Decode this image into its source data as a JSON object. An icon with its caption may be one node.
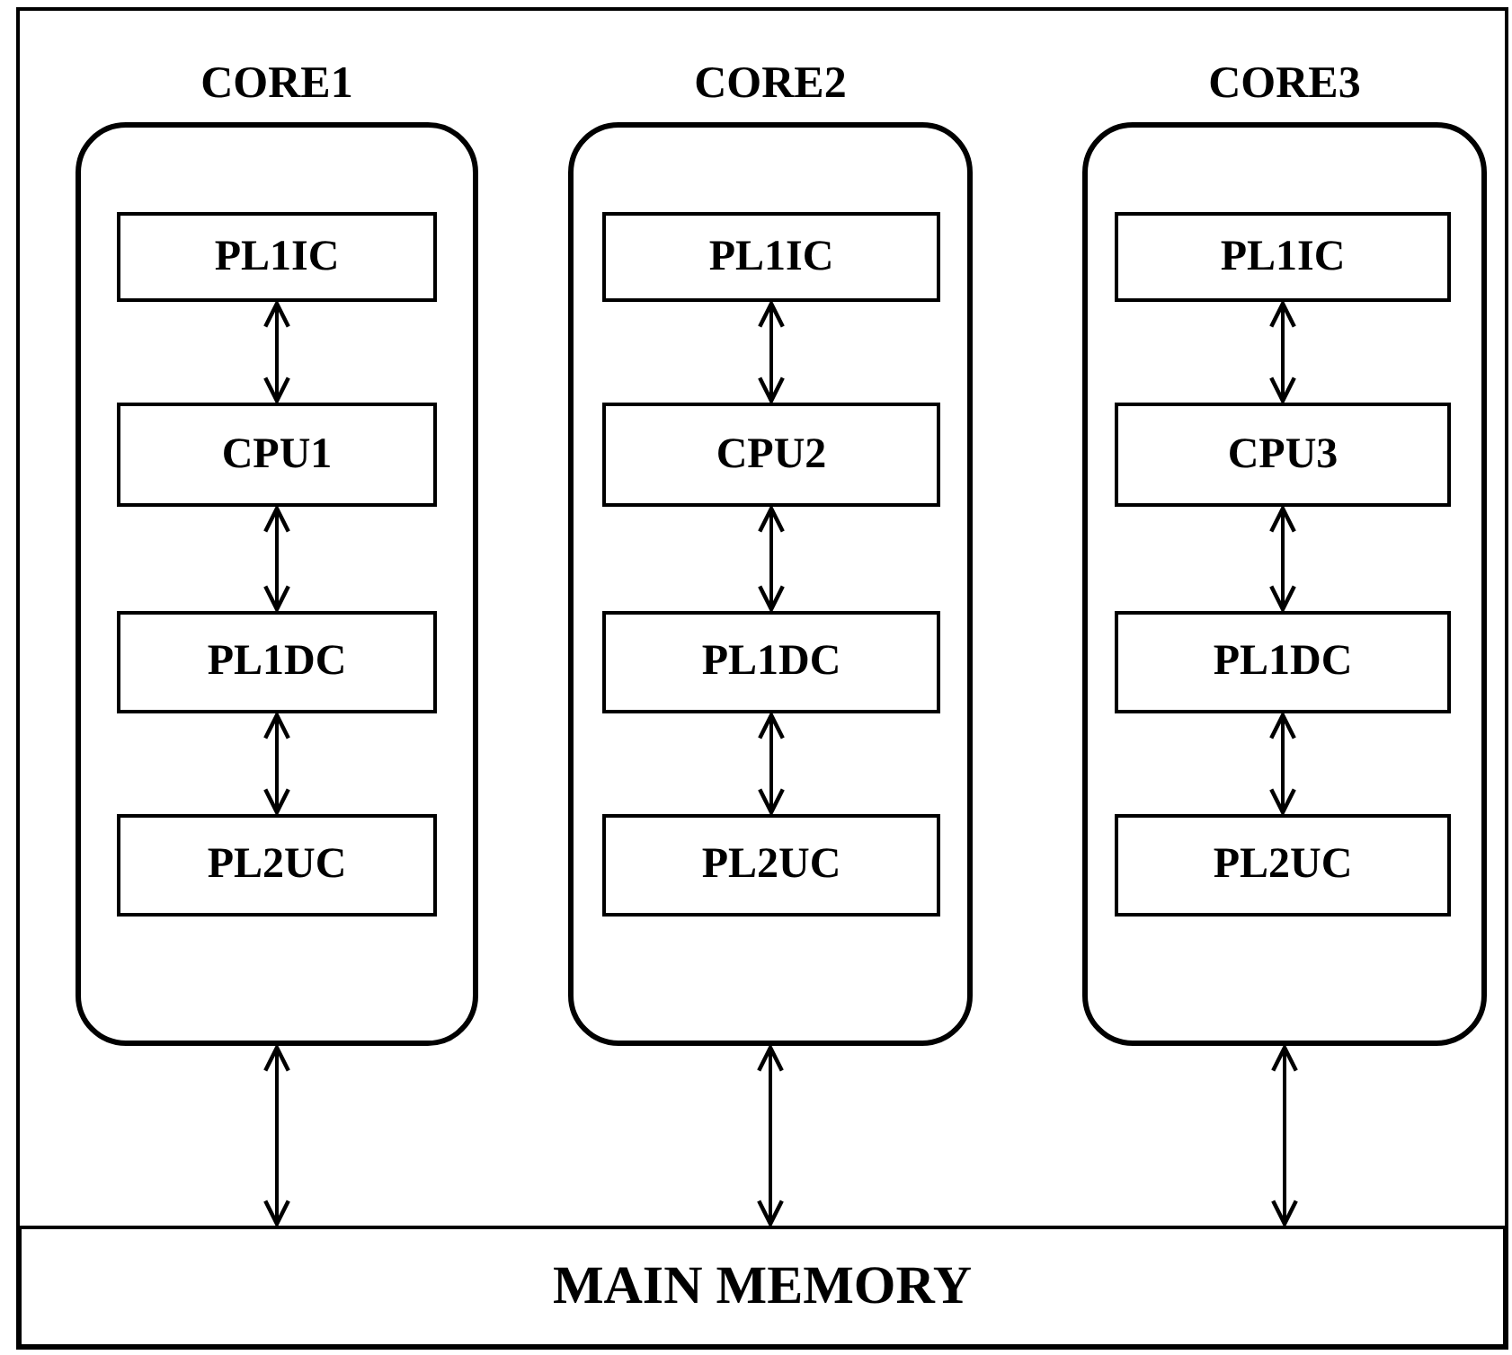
{
  "diagram": {
    "nodes": [
      {
        "text": [
          "CORE1"
        ]
      },
      {
        "text": [
          "PL1IC"
        ],
        "in": 0
      },
      {
        "text": [
          "CPU1"
        ],
        "in": 0
      },
      {
        "text": [
          "PL1DC"
        ],
        "in": 0
      },
      {
        "text": [
          "PL2UC"
        ],
        "in": 0
      },
      {
        "text": [
          "CORE2"
        ]
      },
      {
        "text": [
          "PL1IC"
        ],
        "in": 5
      },
      {
        "text": [
          "CPU2"
        ],
        "in": 5
      },
      {
        "text": [
          "PL1DC"
        ],
        "in": 5
      },
      {
        "text": [
          "PL2UC"
        ],
        "in": 5
      },
      {
        "text": [
          "CORE3"
        ]
      },
      {
        "text": [
          "PL1IC"
        ],
        "in": 10
      },
      {
        "text": [
          "CPU3"
        ],
        "in": 10
      },
      {
        "text": [
          "PL1DC"
        ],
        "in": 10
      },
      {
        "text": [
          "PL2UC"
        ],
        "in": 10
      },
      {
        "text": [
          "MAIN MEMORY"
        ]
      }
    ],
    "edges": [
      {
        "from": 1,
        "to": 2,
        "arrow": "both"
      },
      {
        "from": 2,
        "to": 3,
        "arrow": "both"
      },
      {
        "from": 3,
        "to": 4,
        "arrow": "both"
      },
      {
        "from": 6,
        "to": 7,
        "arrow": "both"
      },
      {
        "from": 7,
        "to": 8,
        "arrow": "both"
      },
      {
        "from": 8,
        "to": 9,
        "arrow": "both"
      },
      {
        "from": 11,
        "to": 12,
        "arrow": "both"
      },
      {
        "from": 12,
        "to": 13,
        "arrow": "both"
      },
      {
        "from": 13,
        "to": 14,
        "arrow": "both"
      },
      {
        "from": 0,
        "to": 15,
        "arrow": "both"
      },
      {
        "from": 5,
        "to": 15,
        "arrow": "both"
      },
      {
        "from": 10,
        "to": 15,
        "arrow": "both"
      }
    ]
  }
}
